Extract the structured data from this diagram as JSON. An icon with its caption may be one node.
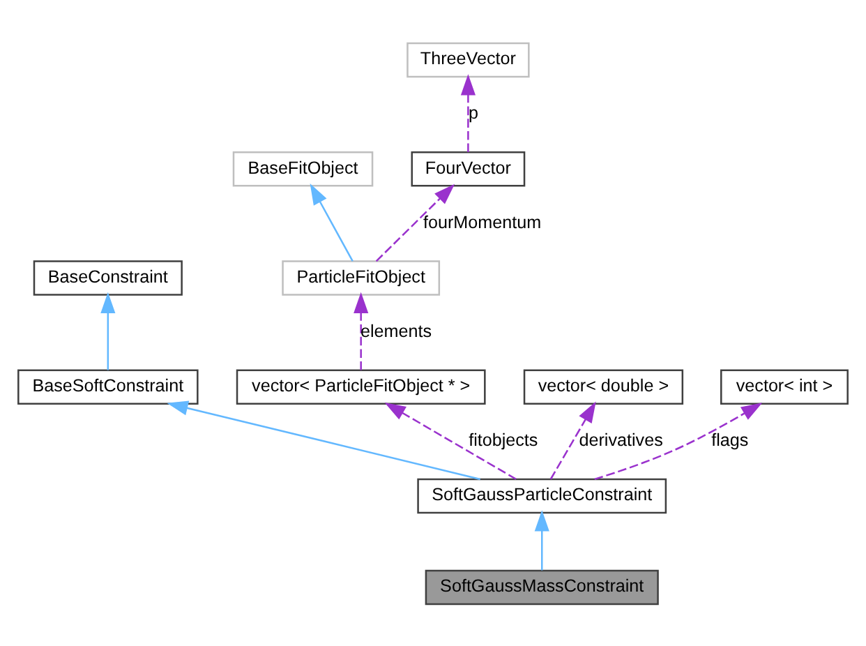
{
  "diagram": {
    "nodes": [
      {
        "text": [
          "ThreeVector"
        ]
      },
      {
        "text": [
          "BaseFitObject"
        ]
      },
      {
        "text": [
          "FourVector"
        ]
      },
      {
        "text": [
          "BaseConstraint"
        ]
      },
      {
        "text": [
          "ParticleFitObject"
        ]
      },
      {
        "text": [
          "BaseSoftConstraint"
        ]
      },
      {
        "text": [
          "vector< ParticleFitObject * >"
        ]
      },
      {
        "text": [
          "vector< double >"
        ]
      },
      {
        "text": [
          "vector< int >"
        ]
      },
      {
        "text": [
          "SoftGaussParticleConstraint"
        ]
      },
      {
        "text": [
          "SoftGaussMassConstraint"
        ]
      }
    ],
    "edges": [
      {
        "from": 2,
        "to": 0,
        "arrow": "to",
        "label": "p",
        "style": "dashed",
        "color": "#9a32cd"
      },
      {
        "from": 4,
        "to": 1,
        "arrow": "to",
        "color": "#63b8ff"
      },
      {
        "from": 4,
        "to": 2,
        "arrow": "to",
        "label": "fourMomentum",
        "style": "dashed",
        "color": "#9a32cd"
      },
      {
        "from": 5,
        "to": 3,
        "arrow": "to",
        "color": "#63b8ff"
      },
      {
        "from": 6,
        "to": 4,
        "arrow": "to",
        "label": "elements",
        "style": "dashed",
        "color": "#9a32cd"
      },
      {
        "from": 9,
        "to": 5,
        "arrow": "to",
        "color": "#63b8ff"
      },
      {
        "from": 9,
        "to": 6,
        "arrow": "to",
        "label": "fitobjects",
        "style": "dashed",
        "color": "#9a32cd"
      },
      {
        "from": 9,
        "to": 7,
        "arrow": "to",
        "label": "derivatives",
        "style": "dashed",
        "color": "#9a32cd"
      },
      {
        "from": 9,
        "to": 8,
        "arrow": "to",
        "label": "flags",
        "style": "dashed",
        "color": "#9a32cd"
      },
      {
        "from": 10,
        "to": 9,
        "arrow": "to",
        "color": "#63b8ff"
      }
    ]
  }
}
